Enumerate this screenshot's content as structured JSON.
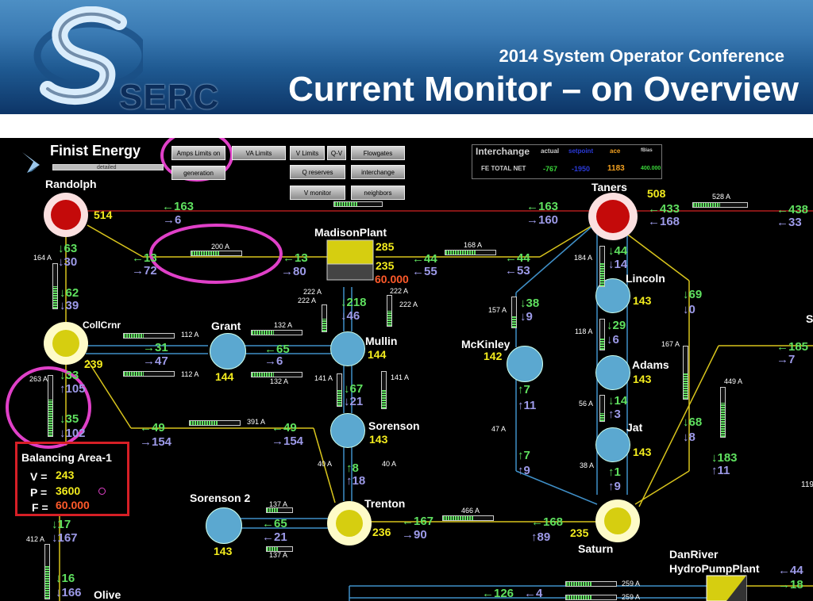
{
  "banner": {
    "logo_text": "SERC",
    "conference": "2014 System Operator Conference",
    "title": "Current Monitor – on Overview"
  },
  "header": {
    "company": "Finist Energy",
    "subtab": "detailed",
    "buttons": {
      "amps_limits": "Amps Limits on",
      "va_limits": "VA Limits",
      "v_limits": "V Limits",
      "qv": "Q-V",
      "flowgates": "Flowgates",
      "generation": "generation",
      "q_reserves": "Q reserves",
      "interchange": "interchange",
      "v_monitor": "V monitor",
      "neighbors": "neighbors"
    }
  },
  "interchange_table": {
    "title": "Interchange",
    "col_actual": "actual",
    "col_setpoint": "setpoint",
    "col_ace": "ace",
    "col_fbias": "fBias",
    "row_label": "FE TOTAL NET",
    "actual": "-767",
    "setpoint": "-1950",
    "ace": "1183",
    "fbias": "400.000"
  },
  "stations": {
    "randolph": {
      "name": "Randolph",
      "value": "514"
    },
    "taners": {
      "name": "Taners",
      "value": "508"
    },
    "madison": {
      "name": "MadisonPlant",
      "v1": "285",
      "v2": "235",
      "v3": "60.000"
    },
    "collcrnr": {
      "name": "CollCrnr",
      "value": "239"
    },
    "grant": {
      "name": "Grant",
      "value": "144"
    },
    "mullin": {
      "name": "Mullin",
      "value": "144"
    },
    "lincoln": {
      "name": "Lincoln",
      "value": "143"
    },
    "mckinley": {
      "name": "McKinley",
      "value": "142"
    },
    "adams": {
      "name": "Adams",
      "value": "143"
    },
    "sorenson": {
      "name": "Sorenson",
      "value": "143"
    },
    "jat": {
      "name": "Jat",
      "value": "143"
    },
    "sorenson2": {
      "name": "Sorenson 2",
      "value": "143"
    },
    "trenton": {
      "name": "Trenton",
      "value": "236"
    },
    "saturn": {
      "name": "Saturn",
      "value": "235"
    },
    "danriver": {
      "name": "DanRiver",
      "name2": "HydroPumpPlant"
    },
    "olive": {
      "name": "Olive"
    }
  },
  "balancing_area": {
    "title": "Balancing Area-1",
    "v_label": "V =",
    "v_value": "243",
    "p_label": "P =",
    "p_value": "3600",
    "f_label": "F =",
    "f_value": "60.000"
  },
  "flows": {
    "r_t_1": "←163",
    "r_t_2": "→6",
    "r_t_3": "←163",
    "r_t_4": "→160",
    "tan_1": "←433",
    "tan_2": "←168",
    "tan_3": "←438",
    "tan_4": "←33",
    "r_down_1": "↓63",
    "r_down_2": "↓30",
    "r_m_1": "←13",
    "r_m_2": "→72",
    "m_l_1": "←13",
    "m_l_2": "→80",
    "m_r_1": "←44",
    "m_r_2": "←55",
    "m_r_3": "←44",
    "m_r_4": "←53",
    "r_c_1": "↓62",
    "r_c_2": "↓39",
    "c_g_1": "→31",
    "c_g_2": "→47",
    "g_m_1": "←65",
    "g_m_2": "→6",
    "mad_mul_1": "↓218",
    "mad_mul_2": "↓46",
    "c_down_1": "↓33",
    "c_down_2": "↑105",
    "c_down_3": "↓35",
    "c_down_4": "↓102",
    "mul_sor_1": "↓67",
    "mul_sor_2": "↓21",
    "c_t_1": "←49",
    "c_t_2": "→154",
    "c_t_3": "←49",
    "c_t_4": "→154",
    "sor_tr_1": "↑8",
    "sor_tr_2": "↑18",
    "s2_t_1": "←65",
    "s2_t_2": "←21",
    "t_s_1": "←167",
    "t_s_2": "→90",
    "t_s_3": "←168",
    "t_s_4": "↑89",
    "ba_down_1": "↓17",
    "ba_down_2": "↓167",
    "ba_down_3": "↓16",
    "ba_down_4": "↓166",
    "tan_lin_1": "↓44",
    "tan_lin_2": "↓14",
    "mck_1": "↓38",
    "mck_2": "↓9",
    "lin_ad_1": "↓29",
    "lin_ad_2": "↓6",
    "ad_jat_1": "↓14",
    "ad_jat_2": "↑3",
    "mck_sat_1": "↑7",
    "mck_sat_2": "↑11",
    "mck_sat_3": "↑7",
    "mck_sat_4": "↑9",
    "jat_sat_1": "↑1",
    "jat_sat_2": "↑9",
    "tan_r_1": "↓69",
    "tan_r_2": "↓0",
    "r_mid_1": "↓68",
    "r_mid_2": "↓8",
    "far_1": "←185",
    "far_2": "→7",
    "far_3": "↓183",
    "far_4": "↑11",
    "dan_1": "←126",
    "dan_2": "←4",
    "dan_3": "←44",
    "dan_4": "→18"
  },
  "amps": {
    "a200": "200 A",
    "a168": "168 A",
    "a528": "528 A",
    "a164": "164 A",
    "a184": "184 A",
    "a222a": "222 A",
    "a222b": "222 A",
    "a222c": "222 A",
    "a222d": "222 A",
    "a112a": "112 A",
    "a112b": "112 A",
    "a132a": "132 A",
    "a132b": "132 A",
    "a157": "157 A",
    "a118": "118 A",
    "a167": "167 A",
    "a141a": "141 A",
    "a141b": "141 A",
    "a263": "263 A",
    "a391": "391 A",
    "a449": "449 A",
    "a56": "56 A",
    "a47": "47 A",
    "a40a": "40 A",
    "a40b": "40 A",
    "a38": "38 A",
    "a137a": "137 A",
    "a137b": "137 A",
    "a466": "466 A",
    "a412": "412 A",
    "a259a": "259 A",
    "a259b": "259 A"
  },
  "partial": {
    "s": "S",
    "n119": "119"
  },
  "levels": {
    "h200": 0.55,
    "h168": 0.6,
    "h528": 0.5,
    "h112a": 0.4,
    "h112b": 0.4,
    "h132a": 0.45,
    "h132b": 0.45,
    "h391": 0.55,
    "h137a": 0.45,
    "h137b": 0.45,
    "h466": 0.6,
    "h259a": 0.5,
    "h259b": 0.5,
    "hmis": 0.5,
    "hrt": 0.6,
    "v164": 0.5,
    "v184": 0.6,
    "v222a": 0.5,
    "v222b": 0.5,
    "v157": 0.4,
    "v118": 0.4,
    "v167": 0.5,
    "v141a": 0.5,
    "v141b": 0.5,
    "v263": 0.6,
    "v449": 0.7,
    "v56": 0.3,
    "v412": 0.6
  },
  "colors": {
    "line_yellow": "#d8c41c",
    "line_blue": "#3f8fc7",
    "line_red": "#b01c1c",
    "highlight": "#e040c8",
    "ba_border": "#d61f26"
  }
}
